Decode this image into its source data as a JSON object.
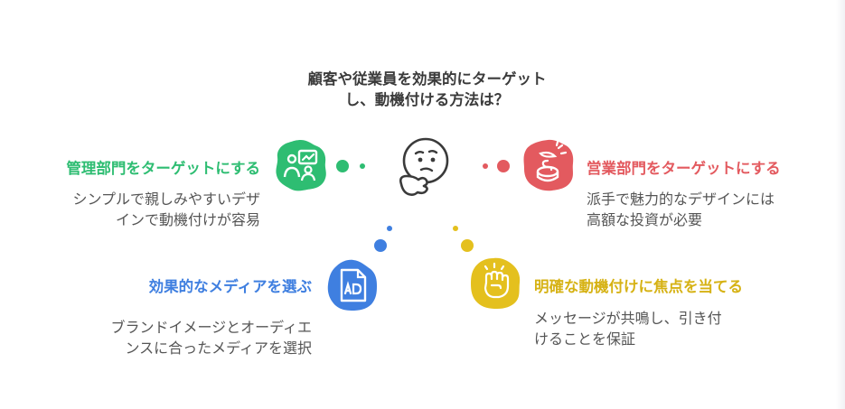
{
  "diagram": {
    "title_lines": [
      "顧客や従業員を効果的にターゲット",
      "し、動機付ける方法は？"
    ],
    "center_icon": "thinking-face-icon",
    "items": [
      {
        "id": "management",
        "heading": "管理部門をターゲットにする",
        "desc_lines": [
          "シンプルで親しみやすいデザ",
          "インで動機付けが容易"
        ],
        "icon": "team-presentation-icon",
        "color": "#2ebd72"
      },
      {
        "id": "sales",
        "heading": "営業部門をターゲットにする",
        "desc_lines": [
          "派手で魅力的なデザインには",
          "高額な投資が必要"
        ],
        "icon": "coin-spending-icon",
        "color": "#e35a5f"
      },
      {
        "id": "media",
        "heading": "効果的なメディアを選ぶ",
        "desc_lines": [
          "ブランドイメージとオーディエ",
          "ンスに合ったメディアを選択"
        ],
        "icon": "ad-document-icon",
        "color": "#3f7fe0"
      },
      {
        "id": "motivation",
        "heading": "明確な動機付けに焦点を当てる",
        "desc_lines": [
          "メッセージが共鳴し、引き付",
          "けることを保証"
        ],
        "icon": "raised-fist-icon",
        "color": "#e4c01e"
      }
    ]
  }
}
